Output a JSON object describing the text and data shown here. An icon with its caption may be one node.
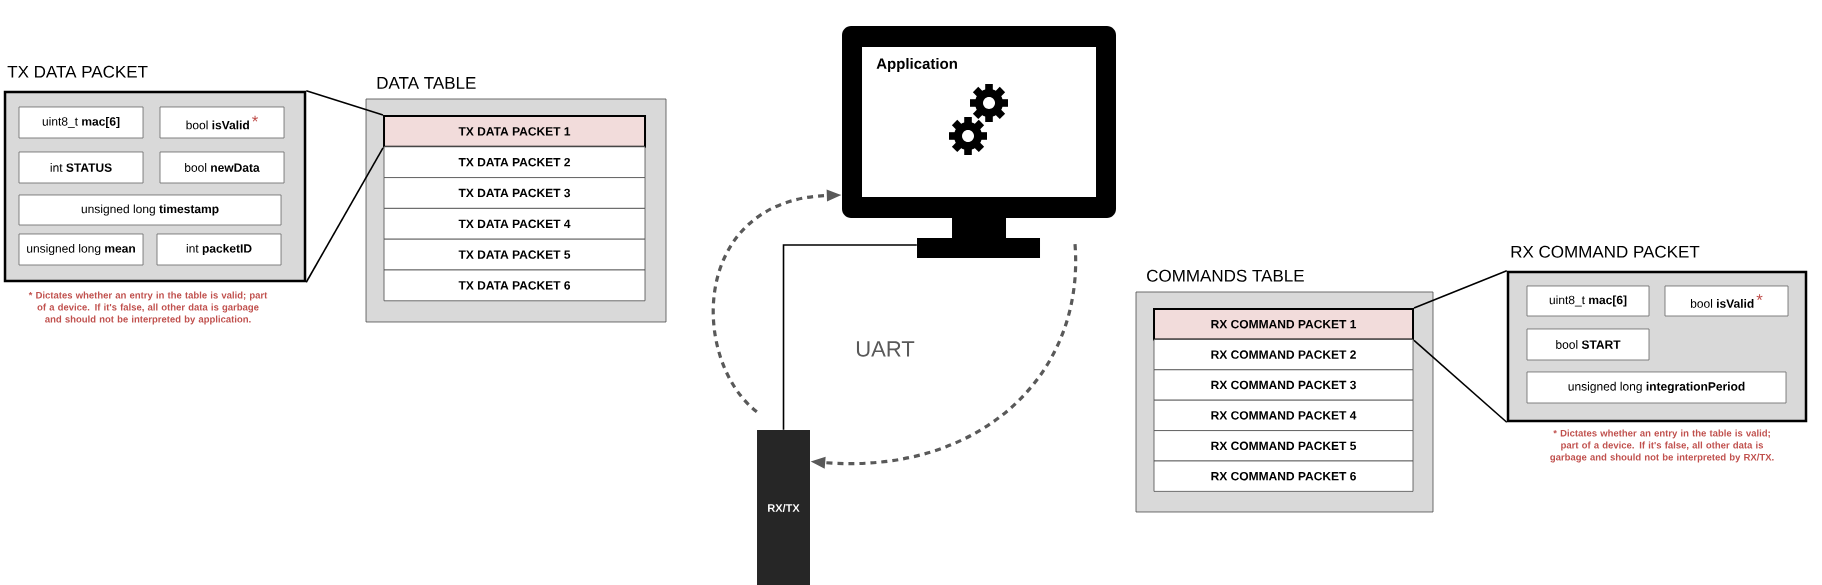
{
  "diagram": {
    "nodes": [
      {
        "text": [
          "TX DATA PACKET"
        ]
      },
      {
        "text": [
          "uint8_t **mac[6]**"
        ],
        "in": 0
      },
      {
        "text": [
          "bool **isValid**",
          "*"
        ],
        "in": 0
      },
      {
        "text": [
          "int **STATUS**"
        ],
        "in": 0
      },
      {
        "text": [
          "bool **newData**"
        ],
        "in": 0
      },
      {
        "text": [
          "unsigned long **timestamp**"
        ],
        "in": 0
      },
      {
        "text": [
          "unsigned long **mean**"
        ],
        "in": 0
      },
      {
        "text": [
          "int **packetID**"
        ],
        "in": 0
      },
      {
        "text": [
          "DATA TABLE"
        ]
      },
      {
        "text": [
          "TX DATA PACKET 1"
        ],
        "in": 8
      },
      {
        "text": [
          "TX DATA PACKET 2"
        ],
        "in": 8
      },
      {
        "text": [
          "TX DATA PACKET 3"
        ],
        "in": 8
      },
      {
        "text": [
          "TX DATA PACKET 4"
        ],
        "in": 8
      },
      {
        "text": [
          "TX DATA PACKET 5"
        ],
        "in": 8
      },
      {
        "text": [
          "TX DATA PACKET 6"
        ],
        "in": 8
      },
      {
        "text": [
          "Application"
        ]
      },
      {
        "text": [
          "RX/TX"
        ]
      },
      {
        "text": [
          "COMMANDS TABLE"
        ]
      },
      {
        "text": [
          "RX COMMAND PACKET 1"
        ],
        "in": 17
      },
      {
        "text": [
          "RX COMMAND PACKET 2"
        ],
        "in": 17
      },
      {
        "text": [
          "RX COMMAND PACKET 3"
        ],
        "in": 17
      },
      {
        "text": [
          "RX COMMAND PACKET 4"
        ],
        "in": 17
      },
      {
        "text": [
          "RX COMMAND PACKET 5"
        ],
        "in": 17
      },
      {
        "text": [
          "RX COMMAND PACKET 6"
        ],
        "in": 17
      },
      {
        "text": [
          "RX COMMAND PACKET"
        ]
      },
      {
        "text": [
          "uint8_t **mac[6]**"
        ],
        "in": 24
      },
      {
        "text": [
          "bool **isValid**",
          "*"
        ],
        "in": 24
      },
      {
        "text": [
          "bool **START**"
        ],
        "in": 24
      },
      {
        "text": [
          "unsigned long **integrationPeriod**"
        ],
        "in": 24
      }
    ],
    "edges": [
      {
        "from": 0,
        "to": 9,
        "arrow": "none"
      },
      {
        "from": 0,
        "to": 9,
        "arrow": "none"
      },
      {
        "from": 16,
        "to": 15,
        "arrow": "none"
      },
      {
        "from": 16,
        "to": 15,
        "arrow": "to",
        "style": "dashed",
        "color": "#595959"
      },
      {
        "from": 15,
        "to": 16,
        "arrow": "to",
        "style": "dashed",
        "color": "#595959"
      },
      {
        "from": 18,
        "to": 24,
        "arrow": "none"
      },
      {
        "from": 18,
        "to": 24,
        "arrow": "none"
      }
    ],
    "labels": [
      "* Dictates whether an entry in the table is valid; part of a device. If it's false, all other data is garbage and should not be interpreted by application.",
      "UART",
      "* Dictates whether an entry in the table is valid; part of a device. If it's false, all other data is garbage and should not be interpreted by RX/TX."
    ]
  }
}
